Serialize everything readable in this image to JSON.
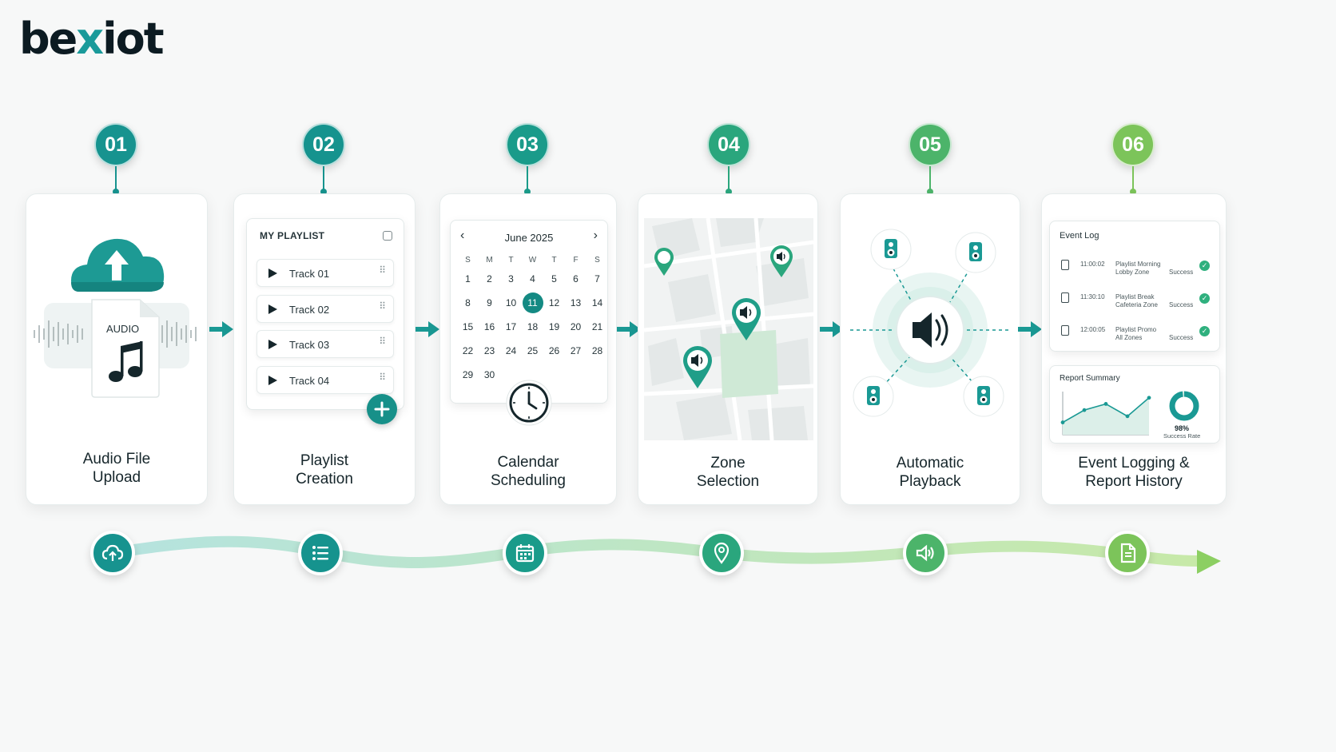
{
  "brand": {
    "logo_pre": "be",
    "logo_x": "x",
    "logo_post": "iot"
  },
  "steps": [
    {
      "number": "01",
      "title_line1": "Audio File",
      "title_line2": "Upload",
      "color": "#17938f"
    },
    {
      "number": "02",
      "title_line1": "Playlist",
      "title_line2": "Creation",
      "color": "#16938e"
    },
    {
      "number": "03",
      "title_line1": "Calendar",
      "title_line2": "Scheduling",
      "color": "#1a9b8a"
    },
    {
      "number": "04",
      "title_line1": "Zone",
      "title_line2": "Selection",
      "color": "#2aa67d"
    },
    {
      "number": "05",
      "title_line1": "Automatic",
      "title_line2": "Playback",
      "color": "#4cb46a"
    },
    {
      "number": "06",
      "title_line1": "Event Logging &",
      "title_line2": "Report History",
      "color": "#7cc45a"
    }
  ],
  "upload": {
    "file_label": "AUDIO",
    "icon": "music-note-icon"
  },
  "playlist": {
    "header": "MY PLAYLIST",
    "tracks": [
      "Track 01",
      "Track 02",
      "Track 03",
      "Track 04"
    ],
    "add_icon": "plus-icon"
  },
  "calendar": {
    "month": "June 2025",
    "weekdays": [
      "S",
      "M",
      "T",
      "W",
      "T",
      "F",
      "S"
    ],
    "weeks": [
      [
        "1",
        "2",
        "3",
        "4",
        "5",
        "6",
        "7"
      ],
      [
        "8",
        "9",
        "10",
        "11",
        "12",
        "13",
        "14"
      ],
      [
        "15",
        "16",
        "17",
        "18",
        "19",
        "20",
        "21"
      ],
      [
        "22",
        "23",
        "24",
        "25",
        "26",
        "27",
        "28"
      ],
      [
        "29",
        "30",
        "",
        "",
        "",
        "",
        ""
      ]
    ],
    "selected_day": "11"
  },
  "event_log": {
    "title": "Event Log",
    "rows": [
      {
        "time": "11:00:02",
        "desc_line1": "Playlist Morning",
        "desc_line2": "Lobby Zone",
        "status": "Success"
      },
      {
        "time": "11:30:10",
        "desc_line1": "Playlist Break",
        "desc_line2": "Cafeteria Zone",
        "status": "Success"
      },
      {
        "time": "12:00:05",
        "desc_line1": "Playlist Promo",
        "desc_line2": "All Zones",
        "status": "Success"
      }
    ]
  },
  "report_summary": {
    "title": "Report Summary",
    "rate_value": "98%",
    "rate_label": "Success Rate"
  },
  "chart_data": {
    "type": "line",
    "values": [
      2,
      4,
      5,
      3,
      6
    ],
    "ylim": [
      0,
      7
    ]
  },
  "bottom_icons": [
    "cloud-upload-icon",
    "list-icon",
    "calendar-icon",
    "location-pin-icon",
    "speaker-icon",
    "document-icon"
  ]
}
